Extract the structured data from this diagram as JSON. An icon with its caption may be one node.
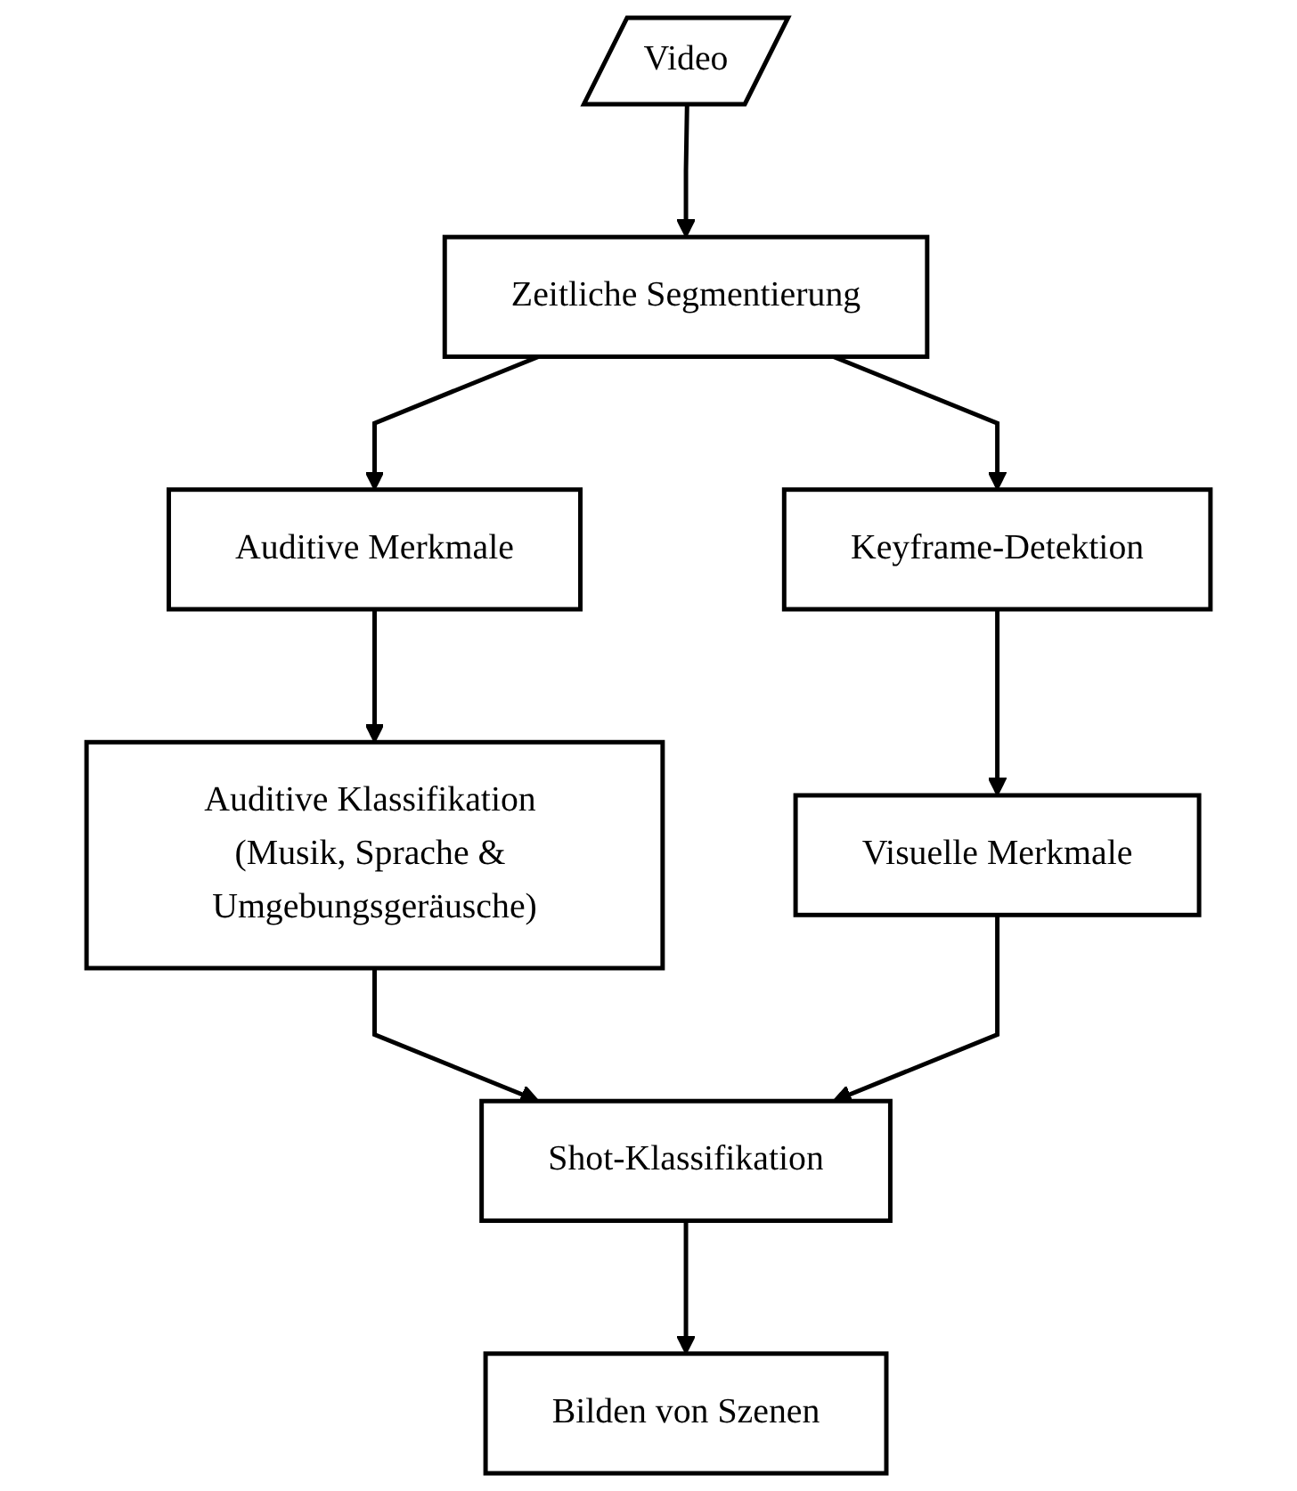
{
  "diagram": {
    "nodes": [
      {
        "text": [
          "Video"
        ]
      },
      {
        "text": [
          "Zeitliche Segmentierung"
        ]
      },
      {
        "text": [
          "Auditive Merkmale"
        ]
      },
      {
        "text": [
          "Keyframe-Detektion"
        ]
      },
      {
        "text": [
          "Auditive Klassifikation (Musik, Sprache & Umgebungsgeräusche)"
        ]
      },
      {
        "text": [
          "Visuelle Merkmale"
        ]
      },
      {
        "text": [
          "Shot-Klassifikation"
        ]
      },
      {
        "text": [
          "Bilden von Szenen"
        ]
      }
    ],
    "edges": [
      {
        "from": 0,
        "to": 1,
        "arrow": "to"
      },
      {
        "from": 1,
        "to": 2,
        "arrow": "to"
      },
      {
        "from": 1,
        "to": 3,
        "arrow": "to"
      },
      {
        "from": 2,
        "to": 4,
        "arrow": "to"
      },
      {
        "from": 3,
        "to": 5,
        "arrow": "to"
      },
      {
        "from": 4,
        "to": 6,
        "arrow": "to"
      },
      {
        "from": 5,
        "to": 6,
        "arrow": "to"
      },
      {
        "from": 6,
        "to": 7,
        "arrow": "to"
      }
    ]
  }
}
